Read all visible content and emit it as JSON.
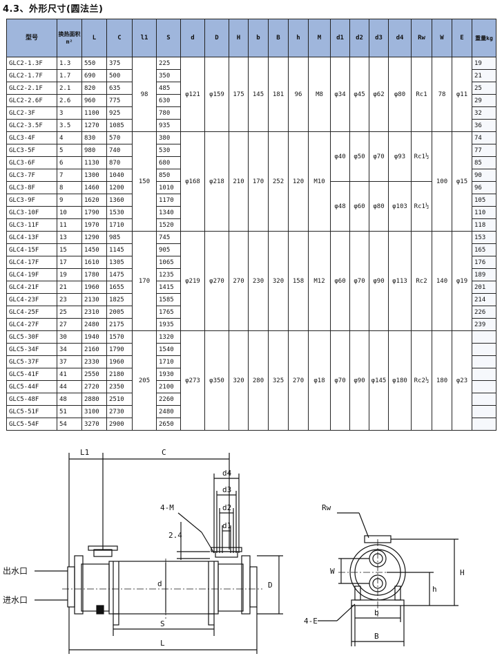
{
  "title": "4.3、外形尺寸(圆法兰)",
  "headers": [
    "型号",
    "换热面积m²",
    "L",
    "C",
    "l1",
    "S",
    "d",
    "D",
    "H",
    "b",
    "B",
    "h",
    "M",
    "d1",
    "d2",
    "d3",
    "d4",
    "Rw",
    "W",
    "E",
    "重量kg"
  ],
  "rows": [
    [
      "GLC2-1.3F",
      "1.3",
      "550",
      "375",
      "225",
      "19"
    ],
    [
      "GLC2-1.7F",
      "1.7",
      "690",
      "500",
      "350",
      "21"
    ],
    [
      "GLC2-2.1F",
      "2.1",
      "820",
      "635",
      "485",
      "25"
    ],
    [
      "GLC2-2.6F",
      "2.6",
      "960",
      "775",
      "630",
      "29"
    ],
    [
      "GLC2-3F",
      "3",
      "1100",
      "925",
      "780",
      "32"
    ],
    [
      "GLC2-3.5F",
      "3.5",
      "1270",
      "1085",
      "935",
      "36"
    ],
    [
      "GLC3-4F",
      "4",
      "830",
      "570",
      "380",
      "74"
    ],
    [
      "GLC3-5F",
      "5",
      "980",
      "740",
      "530",
      "77"
    ],
    [
      "GLC3-6F",
      "6",
      "1130",
      "870",
      "680",
      "85"
    ],
    [
      "GLC3-7F",
      "7",
      "1300",
      "1040",
      "850",
      "90"
    ],
    [
      "GLC3-8F",
      "8",
      "1460",
      "1200",
      "1010",
      "96"
    ],
    [
      "GLC3-9F",
      "9",
      "1620",
      "1360",
      "1170",
      "105"
    ],
    [
      "GLC3-10F",
      "10",
      "1790",
      "1530",
      "1340",
      "110"
    ],
    [
      "GLC3-11F",
      "11",
      "1970",
      "1710",
      "1520",
      "118"
    ],
    [
      "GLC4-13F",
      "13",
      "1290",
      "985",
      "745",
      "153"
    ],
    [
      "GLC4-15F",
      "15",
      "1450",
      "1145",
      "905",
      "165"
    ],
    [
      "GLC4-17F",
      "17",
      "1610",
      "1305",
      "1065",
      "176"
    ],
    [
      "GLC4-19F",
      "19",
      "1780",
      "1475",
      "1235",
      "189"
    ],
    [
      "GLC4-21F",
      "21",
      "1960",
      "1655",
      "1415",
      "201"
    ],
    [
      "GLC4-23F",
      "23",
      "2130",
      "1825",
      "1585",
      "214"
    ],
    [
      "GLC4-25F",
      "25",
      "2310",
      "2005",
      "1765",
      "226"
    ],
    [
      "GLC4-27F",
      "27",
      "2480",
      "2175",
      "1935",
      "239"
    ],
    [
      "GLC5-30F",
      "30",
      "1940",
      "1570",
      "1320",
      ""
    ],
    [
      "GLC5-34F",
      "34",
      "2160",
      "1790",
      "1540",
      ""
    ],
    [
      "GLC5-37F",
      "37",
      "2330",
      "1960",
      "1710",
      ""
    ],
    [
      "GLC5-41F",
      "41",
      "2550",
      "2180",
      "1930",
      ""
    ],
    [
      "GLC5-44F",
      "44",
      "2720",
      "2350",
      "2100",
      ""
    ],
    [
      "GLC5-48F",
      "48",
      "2880",
      "2510",
      "2260",
      ""
    ],
    [
      "GLC5-51F",
      "51",
      "3100",
      "2730",
      "2480",
      ""
    ],
    [
      "GLC5-54F",
      "54",
      "3270",
      "2900",
      "2650",
      ""
    ]
  ],
  "groups": {
    "g2": {
      "l1": "98",
      "d": "φ121",
      "D": "φ159",
      "H": "175",
      "b": "145",
      "B": "181",
      "h": "96",
      "M": "M8",
      "d1": "φ34",
      "d2": "φ45",
      "d3": "φ62",
      "d4": "φ80",
      "Rw": "Rc1",
      "W": "78",
      "E": "φ11"
    },
    "g3": {
      "l1": "150",
      "d": "φ168",
      "D": "φ218",
      "H": "210",
      "b": "170",
      "B": "252",
      "h": "120",
      "M": "M10",
      "W": "100",
      "E": "φ15",
      "d1a": "φ40",
      "d2a": "φ50",
      "d3a": "φ70",
      "d4a": "φ93",
      "Rwa": "Rc1½",
      "d1b": "φ48",
      "d2b": "φ60",
      "d3b": "φ80",
      "d4b": "φ103",
      "Rwb": "Rc1½"
    },
    "g4": {
      "l1": "170",
      "d": "φ219",
      "D": "φ270",
      "H": "270",
      "b": "230",
      "B": "320",
      "h": "158",
      "M": "M12",
      "d1": "φ60",
      "d2": "φ70",
      "d3": "φ90",
      "d4": "φ113",
      "Rw": "Rc2",
      "W": "140",
      "E": "φ19"
    },
    "g5": {
      "l1": "205",
      "d": "φ273",
      "D": "φ350",
      "H": "320",
      "b": "280",
      "B": "325",
      "h": "270",
      "M": "φ18",
      "d1": "φ70",
      "d2": "φ90",
      "d3": "φ145",
      "d4": "φ180",
      "Rw": "Rc2½",
      "W": "180",
      "E": "φ23"
    }
  },
  "diagram": {
    "L1": "L1",
    "C": "C",
    "d4": "d4",
    "d3": "d3",
    "d2": "d2",
    "d1": "d1",
    "M": "4-M",
    "dim24": "2.4",
    "d": "d",
    "D": "D",
    "S": "S",
    "L": "L",
    "outlet": "出水口",
    "inlet": "进水口",
    "Rw": "Rw",
    "W": "W",
    "H": "H",
    "h": "h",
    "b": "b",
    "B": "B",
    "E": "4-E"
  }
}
